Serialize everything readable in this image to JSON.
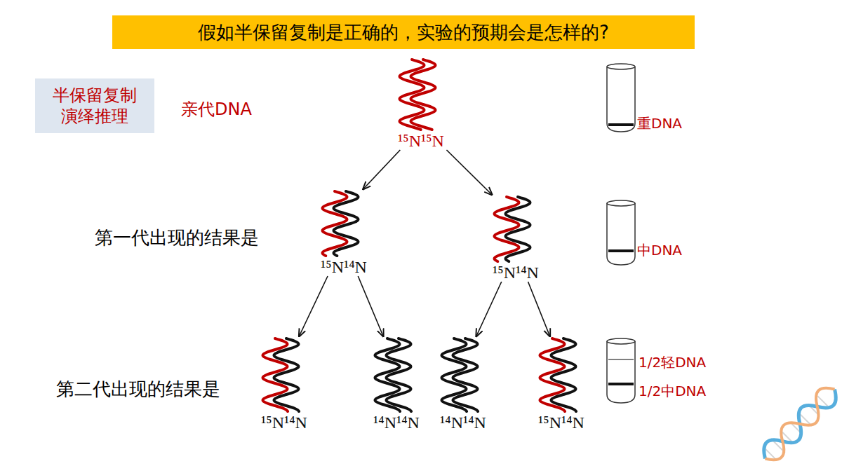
{
  "diagram": {
    "title": "假如半保留复制是正确的，实验的预期会是怎样的?",
    "nodes": [
      {
        "text": [
          "半保留复制 演绎推理"
        ]
      },
      {
        "text": [
          "¹⁵N¹⁵N"
        ]
      },
      {
        "text": [
          "¹⁵N¹⁴N"
        ]
      },
      {
        "text": [
          "¹⁵N¹⁴N"
        ]
      },
      {
        "text": [
          "¹⁵N¹⁴N"
        ]
      },
      {
        "text": [
          "¹⁴N¹⁴N"
        ]
      },
      {
        "text": [
          "¹⁴N¹⁴N"
        ]
      },
      {
        "text": [
          "¹⁵N¹⁴N"
        ]
      }
    ],
    "edges": [
      {
        "from": 1,
        "to": 2,
        "arrow": "to"
      },
      {
        "from": 1,
        "to": 3,
        "arrow": "to"
      },
      {
        "from": 2,
        "to": 4,
        "arrow": "to"
      },
      {
        "from": 2,
        "to": 5,
        "arrow": "to"
      },
      {
        "from": 3,
        "to": 6,
        "arrow": "to"
      },
      {
        "from": 3,
        "to": 7,
        "arrow": "to"
      }
    ],
    "labels": [
      "亲代DNA",
      "重DNA",
      "第一代出现的结果是",
      "中DNA",
      "1/2轻DNA",
      "第二代出现的结果是",
      "1/2中DNA"
    ]
  }
}
